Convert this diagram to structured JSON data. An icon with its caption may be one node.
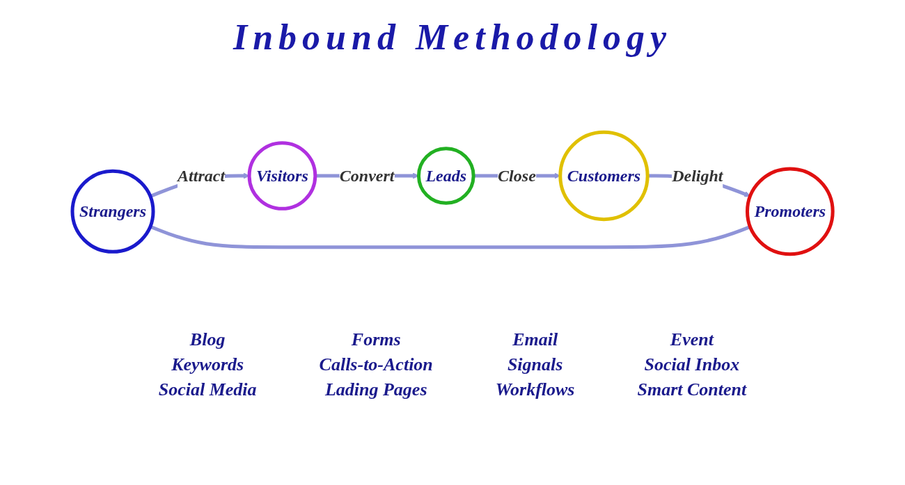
{
  "diagram": {
    "title": "Inbound Methodology",
    "nodes": [
      {
        "text": [
          "Strangers"
        ]
      },
      {
        "text": [
          "Visitors"
        ]
      },
      {
        "text": [
          "Leads"
        ]
      },
      {
        "text": [
          "Customers"
        ]
      },
      {
        "text": [
          "Promoters"
        ]
      }
    ],
    "edges": [
      {
        "from": 0,
        "to": 1,
        "arrow": "to",
        "label": "Attract"
      },
      {
        "from": 1,
        "to": 2,
        "arrow": "to",
        "label": "Convert"
      },
      {
        "from": 2,
        "to": 3,
        "arrow": "to",
        "label": "Close"
      },
      {
        "from": 3,
        "to": 4,
        "arrow": "to",
        "label": "Delight"
      },
      {
        "from": 0,
        "to": 4,
        "arrow": "none"
      }
    ],
    "labels": [
      "Blog",
      "Keywords",
      "Social Media",
      "Forms",
      "Calls-to-Action",
      "Lading Pages",
      "Email",
      "Signals",
      "Workflows",
      "Event",
      "Social Inbox",
      "Smart Content"
    ]
  }
}
